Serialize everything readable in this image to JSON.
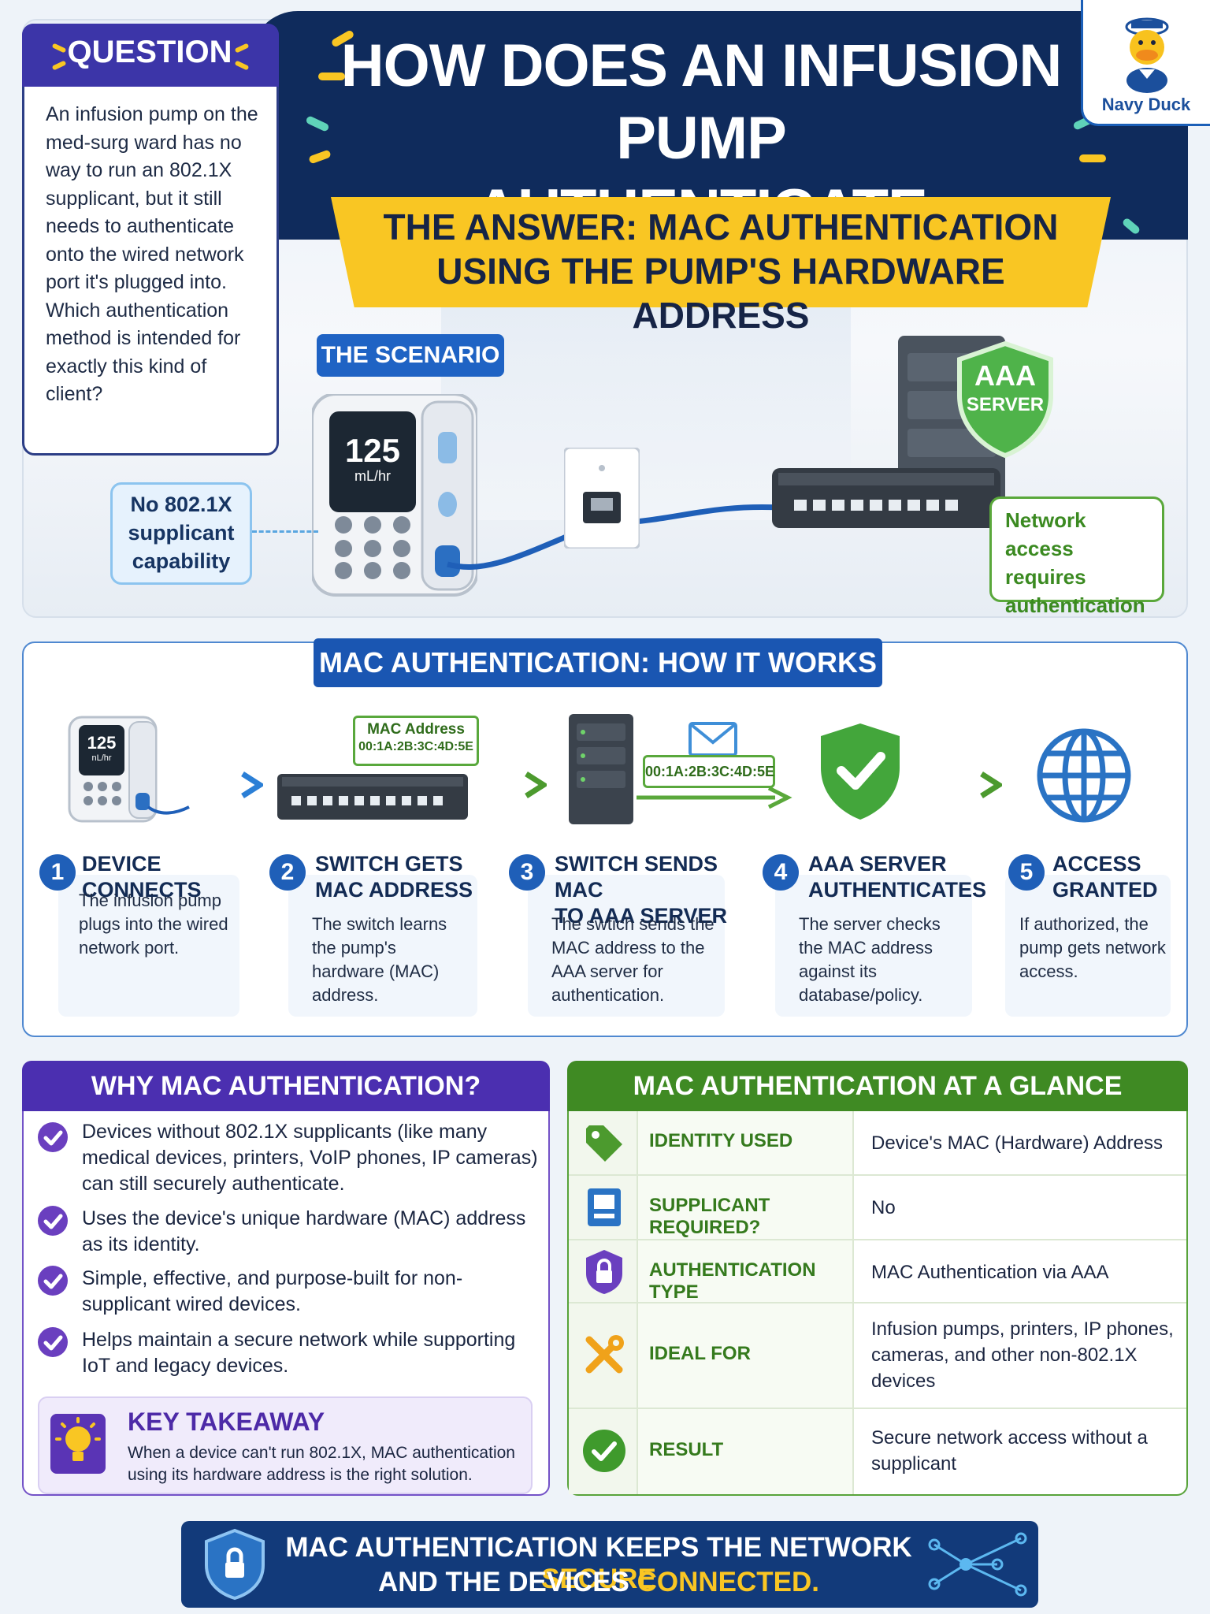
{
  "brand": {
    "name": "Navy Duck"
  },
  "header": {
    "title_line1": "HOW DOES AN INFUSION PUMP",
    "title_line2": "AUTHENTICATE WITHOUT 802.1X?",
    "answer_line1": "THE ANSWER: MAC AUTHENTICATION",
    "answer_line2": "USING THE PUMP'S HARDWARE ADDRESS"
  },
  "question": {
    "label": "QUESTION",
    "text": "An infusion pump on the med-surg ward has no way to run an 802.1X supplicant, but it still needs to authenticate onto the wired network port it's plugged into. Which authentication method is intended for exactly this kind of client?"
  },
  "scenario": {
    "label": "THE SCENARIO",
    "pump_rate": "125",
    "pump_unit": "mL/hr",
    "server_label_1": "AAA",
    "server_label_2": "SERVER",
    "no_supplicant_line1": "No 802.1X",
    "no_supplicant_line2": "supplicant",
    "no_supplicant_line3": "capability",
    "network_req_line1": "Network access",
    "network_req_line2": "requires",
    "network_req_line3": "authentication"
  },
  "how": {
    "title": "MAC AUTHENTICATION: HOW IT WORKS",
    "mac_tag_label": "MAC Address",
    "mac_tag_value": "00:1A:2B:3C:4D:5E",
    "mac_sent_value": "00:1A:2B:3C:4D:5E",
    "pump_rate": "125",
    "pump_unit": "nL/hr",
    "steps": [
      {
        "num": "1",
        "title_1": "DEVICE CONNECTS",
        "title_2": "",
        "desc": "The infusion pump plugs into the wired network port."
      },
      {
        "num": "2",
        "title_1": "SWITCH GETS",
        "title_2": "MAC ADDRESS",
        "desc": "The switch learns the pump's hardware (MAC) address."
      },
      {
        "num": "3",
        "title_1": "SWITCH SENDS MAC",
        "title_2": "TO AAA SERVER",
        "desc": "The swtich sends the MAC address to the AAA server for authentication."
      },
      {
        "num": "4",
        "title_1": "AAA SERVER",
        "title_2": "AUTHENTICATES",
        "desc": "The server checks the MAC address against its database/policy."
      },
      {
        "num": "5",
        "title_1": "ACCESS",
        "title_2": "GRANTED",
        "desc": "If authorized, the pump gets network access."
      }
    ]
  },
  "why": {
    "title": "WHY MAC AUTHENTICATION?",
    "items": [
      "Devices without 802.1X supplicants (like many medical devices, printers, VoIP phones, IP cameras) can still securely authenticate.",
      "Uses the device's unique hardware (MAC) address as its identity.",
      "Simple, effective, and purpose-built for non-supplicant wired devices.",
      "Helps maintain a secure network while supporting IoT and legacy devices."
    ],
    "takeaway_title": "KEY TAKEAWAY",
    "takeaway_text": "When a device can't run 802.1X, MAC authentication using its hardware address is the right solution."
  },
  "glance": {
    "title": "MAC AUTHENTICATION AT A GLANCE",
    "rows": [
      {
        "icon": "tag-icon",
        "label": "IDENTITY USED",
        "value": "Device's MAC (Hardware) Address"
      },
      {
        "icon": "device-icon",
        "label": "SUPPLICANT REQUIRED?",
        "value": "No"
      },
      {
        "icon": "lock-icon",
        "label": "AUTHENTICATION TYPE",
        "value": "MAC Authentication via AAA"
      },
      {
        "icon": "tools-icon",
        "label": "IDEAL FOR",
        "value": "Infusion pumps, printers, IP phones, cameras, and other non-802.1X devices"
      },
      {
        "icon": "check-icon",
        "label": "RESULT",
        "value": "Secure network access without a supplicant"
      }
    ]
  },
  "footer": {
    "line1_a": "MAC AUTHENTICATION KEEPS THE NETWORK ",
    "line1_b": "SECURE",
    "line2_a": "AND THE DEVICES ",
    "line2_b": "CONNECTED."
  },
  "colors": {
    "navy": "#0f2b5c",
    "yellow": "#f9c623",
    "blue": "#1f63c4",
    "purple": "#4b2fb0",
    "green": "#3f8a23"
  }
}
